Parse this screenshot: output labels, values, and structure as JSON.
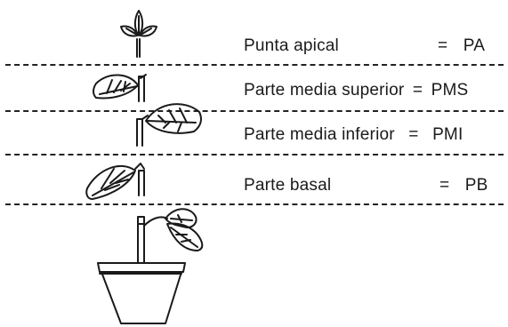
{
  "segments": [
    {
      "label": "Punta apical",
      "equals": "=",
      "code": "PA"
    },
    {
      "label": "Parte media superior",
      "equals": "=",
      "code": "PMS"
    },
    {
      "label": "Parte media inferior",
      "equals": "=",
      "code": "PMI"
    },
    {
      "label": "Parte basal",
      "equals": "=",
      "code": "PB"
    }
  ],
  "icons": {
    "apical_tip": "plant-tip-icon",
    "upper_cutting": "cutting-upper-icon",
    "lower_cutting": "cutting-lower-icon",
    "basal_cutting": "cutting-basal-icon",
    "potted_plant": "potted-plant-icon"
  },
  "ink_color": "#1a1a1a"
}
